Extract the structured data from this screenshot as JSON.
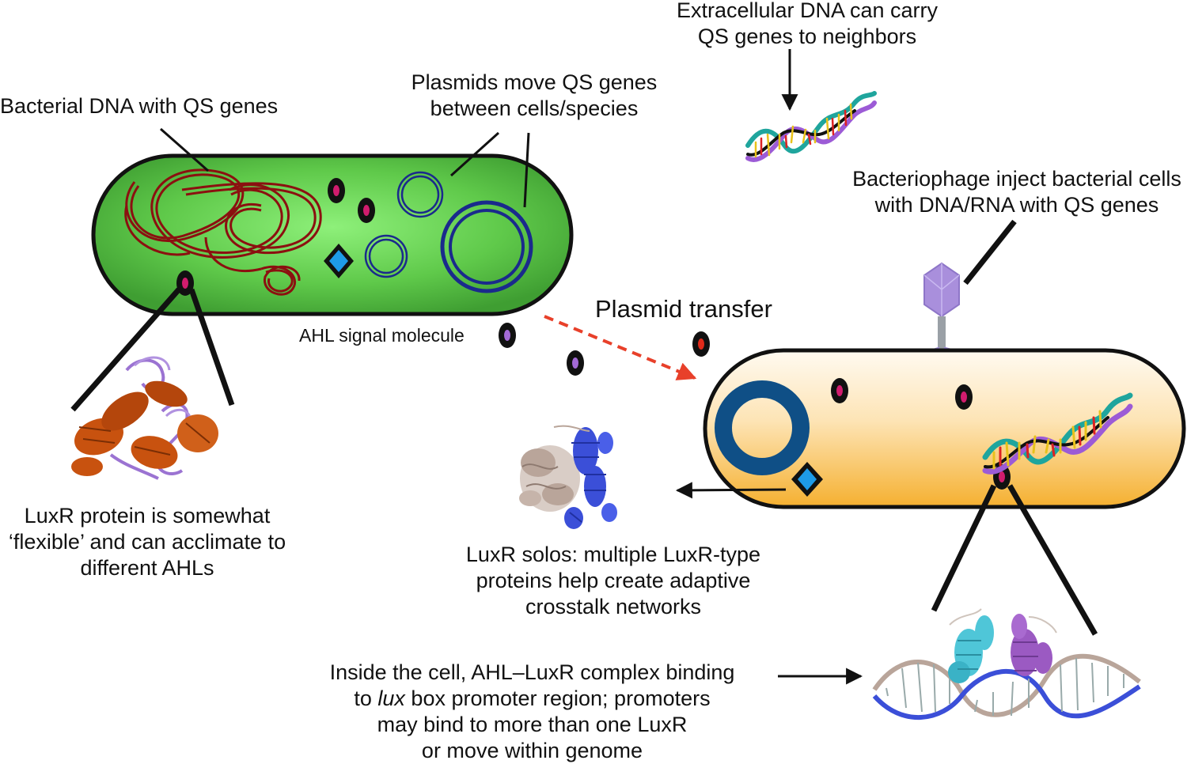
{
  "labels": {
    "extracellular_dna_1": "Extracellular DNA can carry",
    "extracellular_dna_2": "QS genes to neighbors",
    "bacterial_dna": "Bacterial DNA with QS genes",
    "plasmids_1": "Plasmids move QS genes",
    "plasmids_2": "between cells/species",
    "phage_1": "Bacteriophage inject bacterial cells",
    "phage_2": "with DNA/RNA with QS genes",
    "plasmid_transfer": "Plasmid transfer",
    "ahl_signal": "AHL signal molecule",
    "luxr_flexible_1": "LuxR protein is somewhat",
    "luxr_flexible_2": "‘flexible’ and can acclimate to",
    "luxr_flexible_3": "different AHLs",
    "luxr_solos_1": "LuxR solos: multiple LuxR-type",
    "luxr_solos_2": "proteins help create adaptive",
    "luxr_solos_3": "crosstalk networks",
    "inside_1": "Inside the cell, AHL–LuxR complex binding",
    "inside_2_pre": "to ",
    "inside_2_italic": "lux",
    "inside_2_post": " box promoter region; promoters",
    "inside_3": "may bind to more than one LuxR",
    "inside_4": "or move within genome"
  },
  "colors": {
    "cell_green": "#5fc94a",
    "cell_orange": "#f5b33a",
    "chromosome": "#8b1010",
    "plasmid_blue": "#1a2a8c",
    "plasmid_teal": "#0f4f86",
    "ahl_diamond": "#1e9be8",
    "signal_magenta": "#d11c6e",
    "signal_purple": "#a46ad6",
    "signal_red": "#e02a1a",
    "transfer_arrow": "#e8402a",
    "luxr_orange": "#c8520f",
    "luxr_purple": "#9b73d2",
    "solo_blue": "#3b4fd8",
    "solo_tan": "#b9a59a",
    "dna_teal": "#1fa59d",
    "dna_purple": "#9c5bd6"
  },
  "icons": [
    "bacterial-cell",
    "chromosome",
    "plasmid",
    "ahl-diamond",
    "signal-molecule",
    "bacteriophage",
    "dna-helix",
    "luxr-protein",
    "luxr-solo-protein",
    "protein-dna-complex"
  ]
}
